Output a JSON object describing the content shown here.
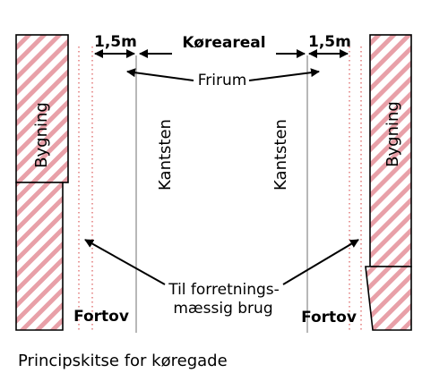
{
  "labels": {
    "width_left": "1,5m",
    "width_right": "1,5m",
    "roadway": "Køreareal",
    "clearance": "Frirum",
    "building_left": "Bygning",
    "building_right": "Bygning",
    "curb_left": "Kantsten",
    "curb_right": "Kantsten",
    "business_use_line1": "Til forretnings-",
    "business_use_line2": "mæssig brug",
    "sidewalk_left": "Fortov",
    "sidewalk_right": "Fortov"
  },
  "caption": "Principskitse for køregade",
  "colors": {
    "hatch_stripe": "#e8a0a8",
    "dotted_line": "#e07070",
    "curb_line": "#999999",
    "outline": "#000000"
  }
}
